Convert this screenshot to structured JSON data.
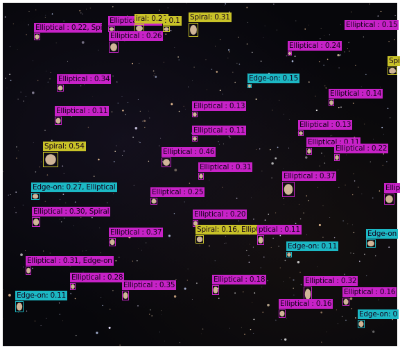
{
  "colors": {
    "elliptical": "#c722c7",
    "spiral": "#c8c228",
    "edge_on": "#1cb8c4"
  },
  "detections": [
    {
      "cls": "elliptical",
      "label": "Elliptical : 0.22, Spi"
    },
    {
      "cls": "elliptical",
      "label": "Elliptical : 0.29"
    },
    {
      "cls": "spiral",
      "label": "iral: 0.20"
    },
    {
      "cls": "spiral",
      "label": ": 0.1"
    },
    {
      "cls": "spiral",
      "label": "Spiral: 0.31"
    },
    {
      "cls": "elliptical",
      "label": "Elliptical : 0.15"
    },
    {
      "cls": "elliptical",
      "label": "Elliptical : 0.26"
    },
    {
      "cls": "elliptical",
      "label": "Elliptical : 0.24"
    },
    {
      "cls": "spiral",
      "label": "Spi"
    },
    {
      "cls": "elliptical",
      "label": "Elliptical : 0.34"
    },
    {
      "cls": "edge",
      "label": "Edge-on: 0.15"
    },
    {
      "cls": "elliptical",
      "label": "Elliptical : 0.14"
    },
    {
      "cls": "elliptical",
      "label": "Elliptical : 0.11"
    },
    {
      "cls": "elliptical",
      "label": "Elliptical : 0.13"
    },
    {
      "cls": "elliptical",
      "label": "Elliptical : 0.13"
    },
    {
      "cls": "elliptical",
      "label": "Elliptical : 0.11"
    },
    {
      "cls": "elliptical",
      "label": "Elliptical : 0.11"
    },
    {
      "cls": "spiral",
      "label": "Spiral: 0.54"
    },
    {
      "cls": "elliptical",
      "label": "Elliptical : 0.46"
    },
    {
      "cls": "elliptical",
      "label": "Elliptical : 0.22"
    },
    {
      "cls": "elliptical",
      "label": "Elliptical : 0.31"
    },
    {
      "cls": "elliptical",
      "label": "Elliptical : 0.37"
    },
    {
      "cls": "edge",
      "label": "Edge-on: 0.27, Elliptical"
    },
    {
      "cls": "elliptical",
      "label": "Elliptical : 0.25"
    },
    {
      "cls": "elliptical",
      "label": "Ellip"
    },
    {
      "cls": "elliptical",
      "label": "Elliptical : 0.30, Spiral"
    },
    {
      "cls": "elliptical",
      "label": "Elliptical : 0.20"
    },
    {
      "cls": "elliptical",
      "label": "Elliptical : 0.37"
    },
    {
      "cls": "spiral",
      "label": "Spiral: 0.16, Elliptical"
    },
    {
      "cls": "elliptical",
      "label": "ptical : 0.11"
    },
    {
      "cls": "edge",
      "label": "Edge-on"
    },
    {
      "cls": "edge",
      "label": "Edge-on: 0.11"
    },
    {
      "cls": "elliptical",
      "label": "Elliptical : 0.31, Edge-on"
    },
    {
      "cls": "elliptical",
      "label": "Elliptical : 0.28"
    },
    {
      "cls": "elliptical",
      "label": "Elliptical : 0.35"
    },
    {
      "cls": "elliptical",
      "label": "Elliptical : 0.18"
    },
    {
      "cls": "elliptical",
      "label": "Elliptical : 0.32"
    },
    {
      "cls": "edge",
      "label": "Edge-on: 0.11"
    },
    {
      "cls": "elliptical",
      "label": "Elliptical : 0.16"
    },
    {
      "cls": "elliptical",
      "label": "Elliptical : 0.16"
    },
    {
      "cls": "edge",
      "label": "Edge-on: 0"
    }
  ]
}
